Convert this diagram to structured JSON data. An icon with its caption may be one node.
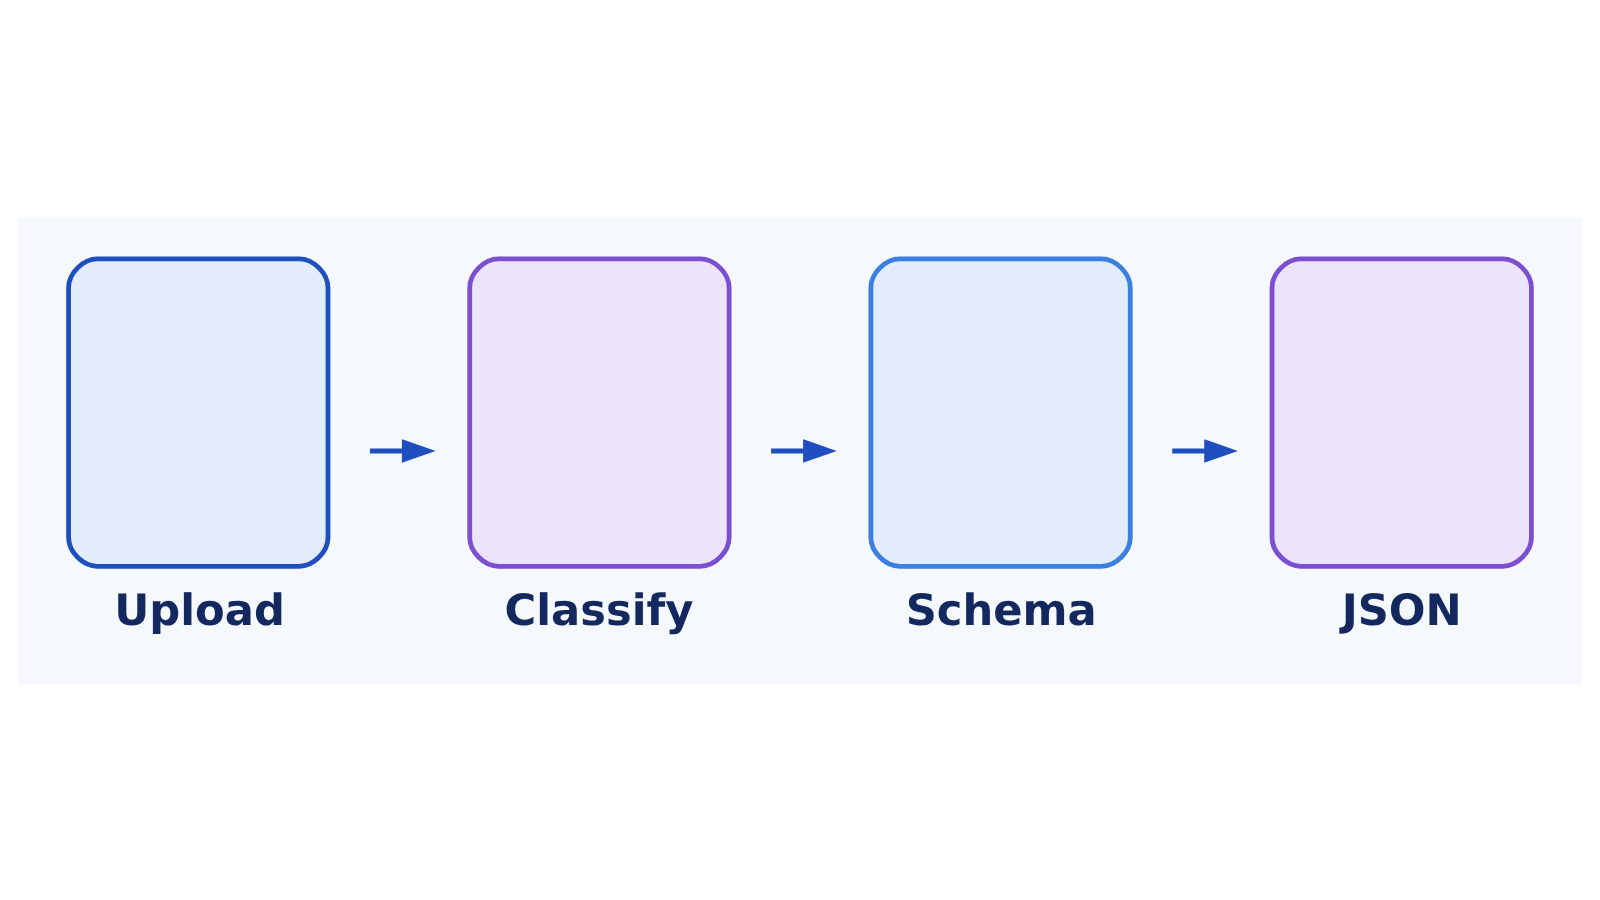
{
  "diagram": {
    "nodes": [
      {
        "text": [
          "Upload"
        ]
      },
      {
        "text": [
          "Classify"
        ]
      },
      {
        "text": [
          "Schema"
        ]
      },
      {
        "text": [
          "JSON"
        ]
      }
    ],
    "edges": [
      {
        "from": 0,
        "to": 1,
        "arrow": "to"
      },
      {
        "from": 1,
        "to": 2,
        "arrow": "to"
      },
      {
        "from": 2,
        "to": 3,
        "arrow": "to"
      }
    ]
  }
}
